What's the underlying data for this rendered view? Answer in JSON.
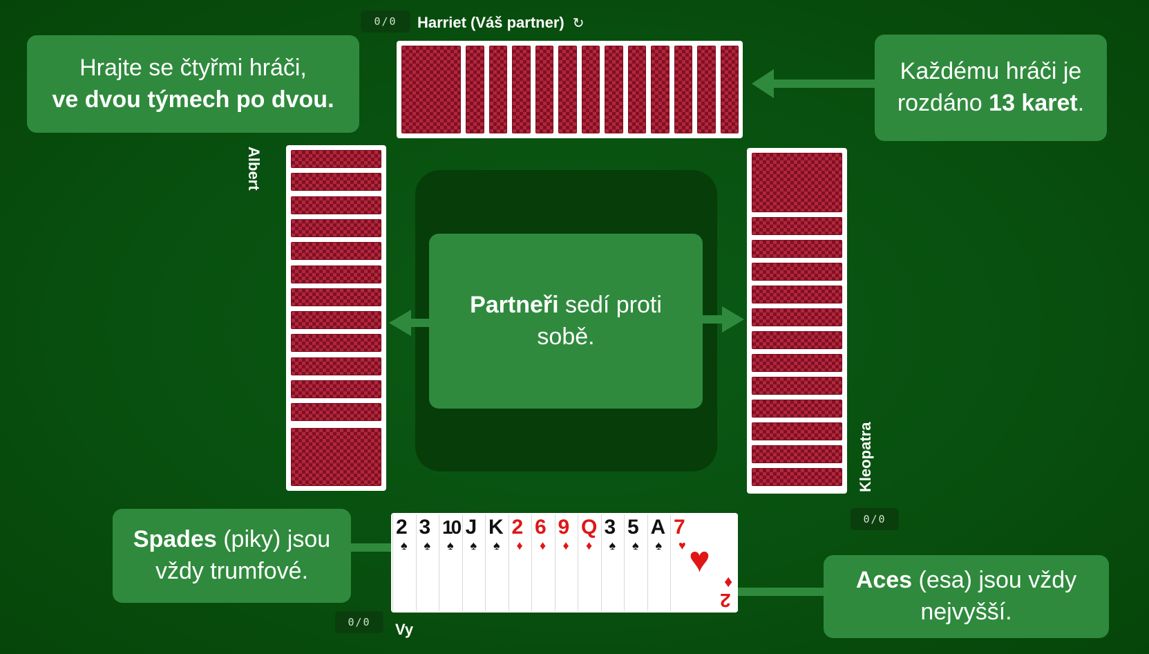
{
  "players": {
    "north": {
      "name": "Harriet (Váš partner)",
      "score": "0/0"
    },
    "west": {
      "name": "Albert"
    },
    "east": {
      "name": "Kleopatra",
      "score": "0/0"
    },
    "south": {
      "name": "Vy",
      "score": "0/0"
    }
  },
  "tips": {
    "top_left": {
      "line1": "Hrajte se čtyřmi hráči,",
      "line2_bold": "ve dvou týmech po dvou."
    },
    "top_right": {
      "line1": "Každému hráči je",
      "line2_pre": "rozdáno ",
      "line2_bold": "13 karet",
      "line2_post": "."
    },
    "center": {
      "bold": "Partneři",
      "rest1": " sedí proti",
      "rest2": "sobě."
    },
    "bottom_left": {
      "bold": "Spades",
      "rest1": " (piky) jsou",
      "line2": "vždy trumfové."
    },
    "bottom_right": {
      "bold": "Aces",
      "rest1": " (esa) jsou vždy",
      "line2": "nejvyšší."
    }
  },
  "hand": [
    {
      "rank": "2",
      "suit": "♠",
      "color": "black"
    },
    {
      "rank": "3",
      "suit": "♠",
      "color": "black"
    },
    {
      "rank": "10",
      "suit": "♠",
      "color": "black"
    },
    {
      "rank": "J",
      "suit": "♠",
      "color": "black"
    },
    {
      "rank": "K",
      "suit": "♠",
      "color": "black"
    },
    {
      "rank": "2",
      "suit": "♦",
      "color": "red"
    },
    {
      "rank": "6",
      "suit": "♦",
      "color": "red"
    },
    {
      "rank": "9",
      "suit": "♦",
      "color": "red"
    },
    {
      "rank": "Q",
      "suit": "♦",
      "color": "red"
    },
    {
      "rank": "3",
      "suit": "♠",
      "color": "black"
    },
    {
      "rank": "5",
      "suit": "♠",
      "color": "black"
    },
    {
      "rank": "A",
      "suit": "♠",
      "color": "black"
    },
    {
      "rank": "7",
      "suit": "♥",
      "color": "red"
    }
  ],
  "last_card": {
    "center_suit": "♥",
    "corner_rank": "2",
    "corner_suit": "♦"
  },
  "icons": {
    "refresh": "↻"
  },
  "colors": {
    "table": "#08500f",
    "tip": "#2f8a3d",
    "card_back": "#b3263b"
  }
}
